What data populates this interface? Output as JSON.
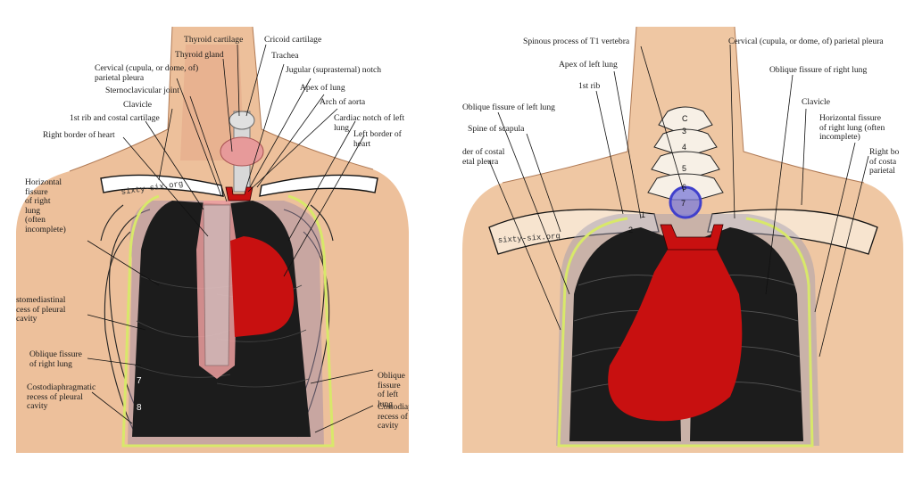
{
  "front": {
    "watermark": "sixty-six.org",
    "labels": {
      "thyroid_cartilage": "Thyroid cartilage",
      "cricoid_cartilage": "Cricoid cartilage",
      "thyroid_gland": "Thyroid gland",
      "trachea": "Trachea",
      "cervical_pleura": "Cervical (cupula, or dome, of)\nparietal pleura",
      "jugular_notch": "Jugular (suprasternal) notch",
      "sternoclavicular_joint": "Sternoclavicular joint",
      "apex_of_lung": "Apex of lung",
      "clavicle": "Clavicle",
      "arch_of_aorta": "Arch of aorta",
      "first_rib_costal_cartilage": "1st rib and costal cartilage",
      "cardiac_notch": "Cardiac notch of left lung",
      "right_border_heart": "Right border of heart",
      "left_border_heart": "Left border of heart",
      "horizontal_fissure": "Horizontal\nfissure\nof right\nlung\n(often\nincomplete)",
      "retromediastinal_recess": "stomediastinal\ncess of pleural\ncavity",
      "oblique_fissure_right": "Oblique fissure\nof right lung",
      "costodiaphragmatic_left": "Costodiaphragmatic\nrecess of pleural\ncavity",
      "oblique_fissure_left": "Oblique fissure\nof left lung",
      "costodiaphragmatic_right": "Costodiaphragmatic\nrecess of pleural\ncavity"
    },
    "rib_numbers": [
      "7",
      "8"
    ]
  },
  "back": {
    "watermark": "sixty-six.org",
    "labels": {
      "spinous_t1": "Spinous process of T1 vertebra",
      "cervical_pleura": "Cervical (cupula, or dome, of) parietal pleura",
      "apex_left_lung": "Apex of left lung",
      "oblique_fissure_right": "Oblique fissure of right lung",
      "first_rib": "1st rib",
      "oblique_fissure_left": "Oblique fissure of left lung",
      "clavicle": "Clavicle",
      "horizontal_fissure": "Horizontal fissure\nof right lung (often\nincomplete)",
      "spine_scapula": "Spine of scapula",
      "costal_pleura": "der of costal\netal pleura",
      "right_border_costal": "Right bo\nof costa\nparietal"
    },
    "vertebra_numbers": [
      "C",
      "3",
      "4",
      "5",
      "6",
      "7",
      "1",
      "2"
    ]
  },
  "colors": {
    "skin": "#e9b891",
    "lung": "#1f1f1f",
    "heart": "#d01010",
    "pleura_outline": "#d8e86a",
    "mediastinum_pink": "#f0a0a0",
    "t1_marker": "#5555dd"
  }
}
